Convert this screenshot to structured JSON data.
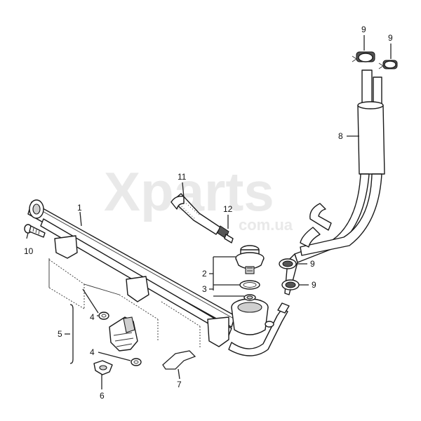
{
  "watermark": {
    "brand": "Xparts",
    "domain": "com.ua"
  },
  "callouts": {
    "p1": "1",
    "p2": "2",
    "p3": "3",
    "p4a": "4",
    "p4b": "4",
    "p5": "5",
    "p6": "6",
    "p7": "7",
    "p8": "8",
    "p9a": "9",
    "p9b": "9",
    "p9c": "9",
    "p9d": "9",
    "p10": "10",
    "p11": "11",
    "p12": "12"
  }
}
